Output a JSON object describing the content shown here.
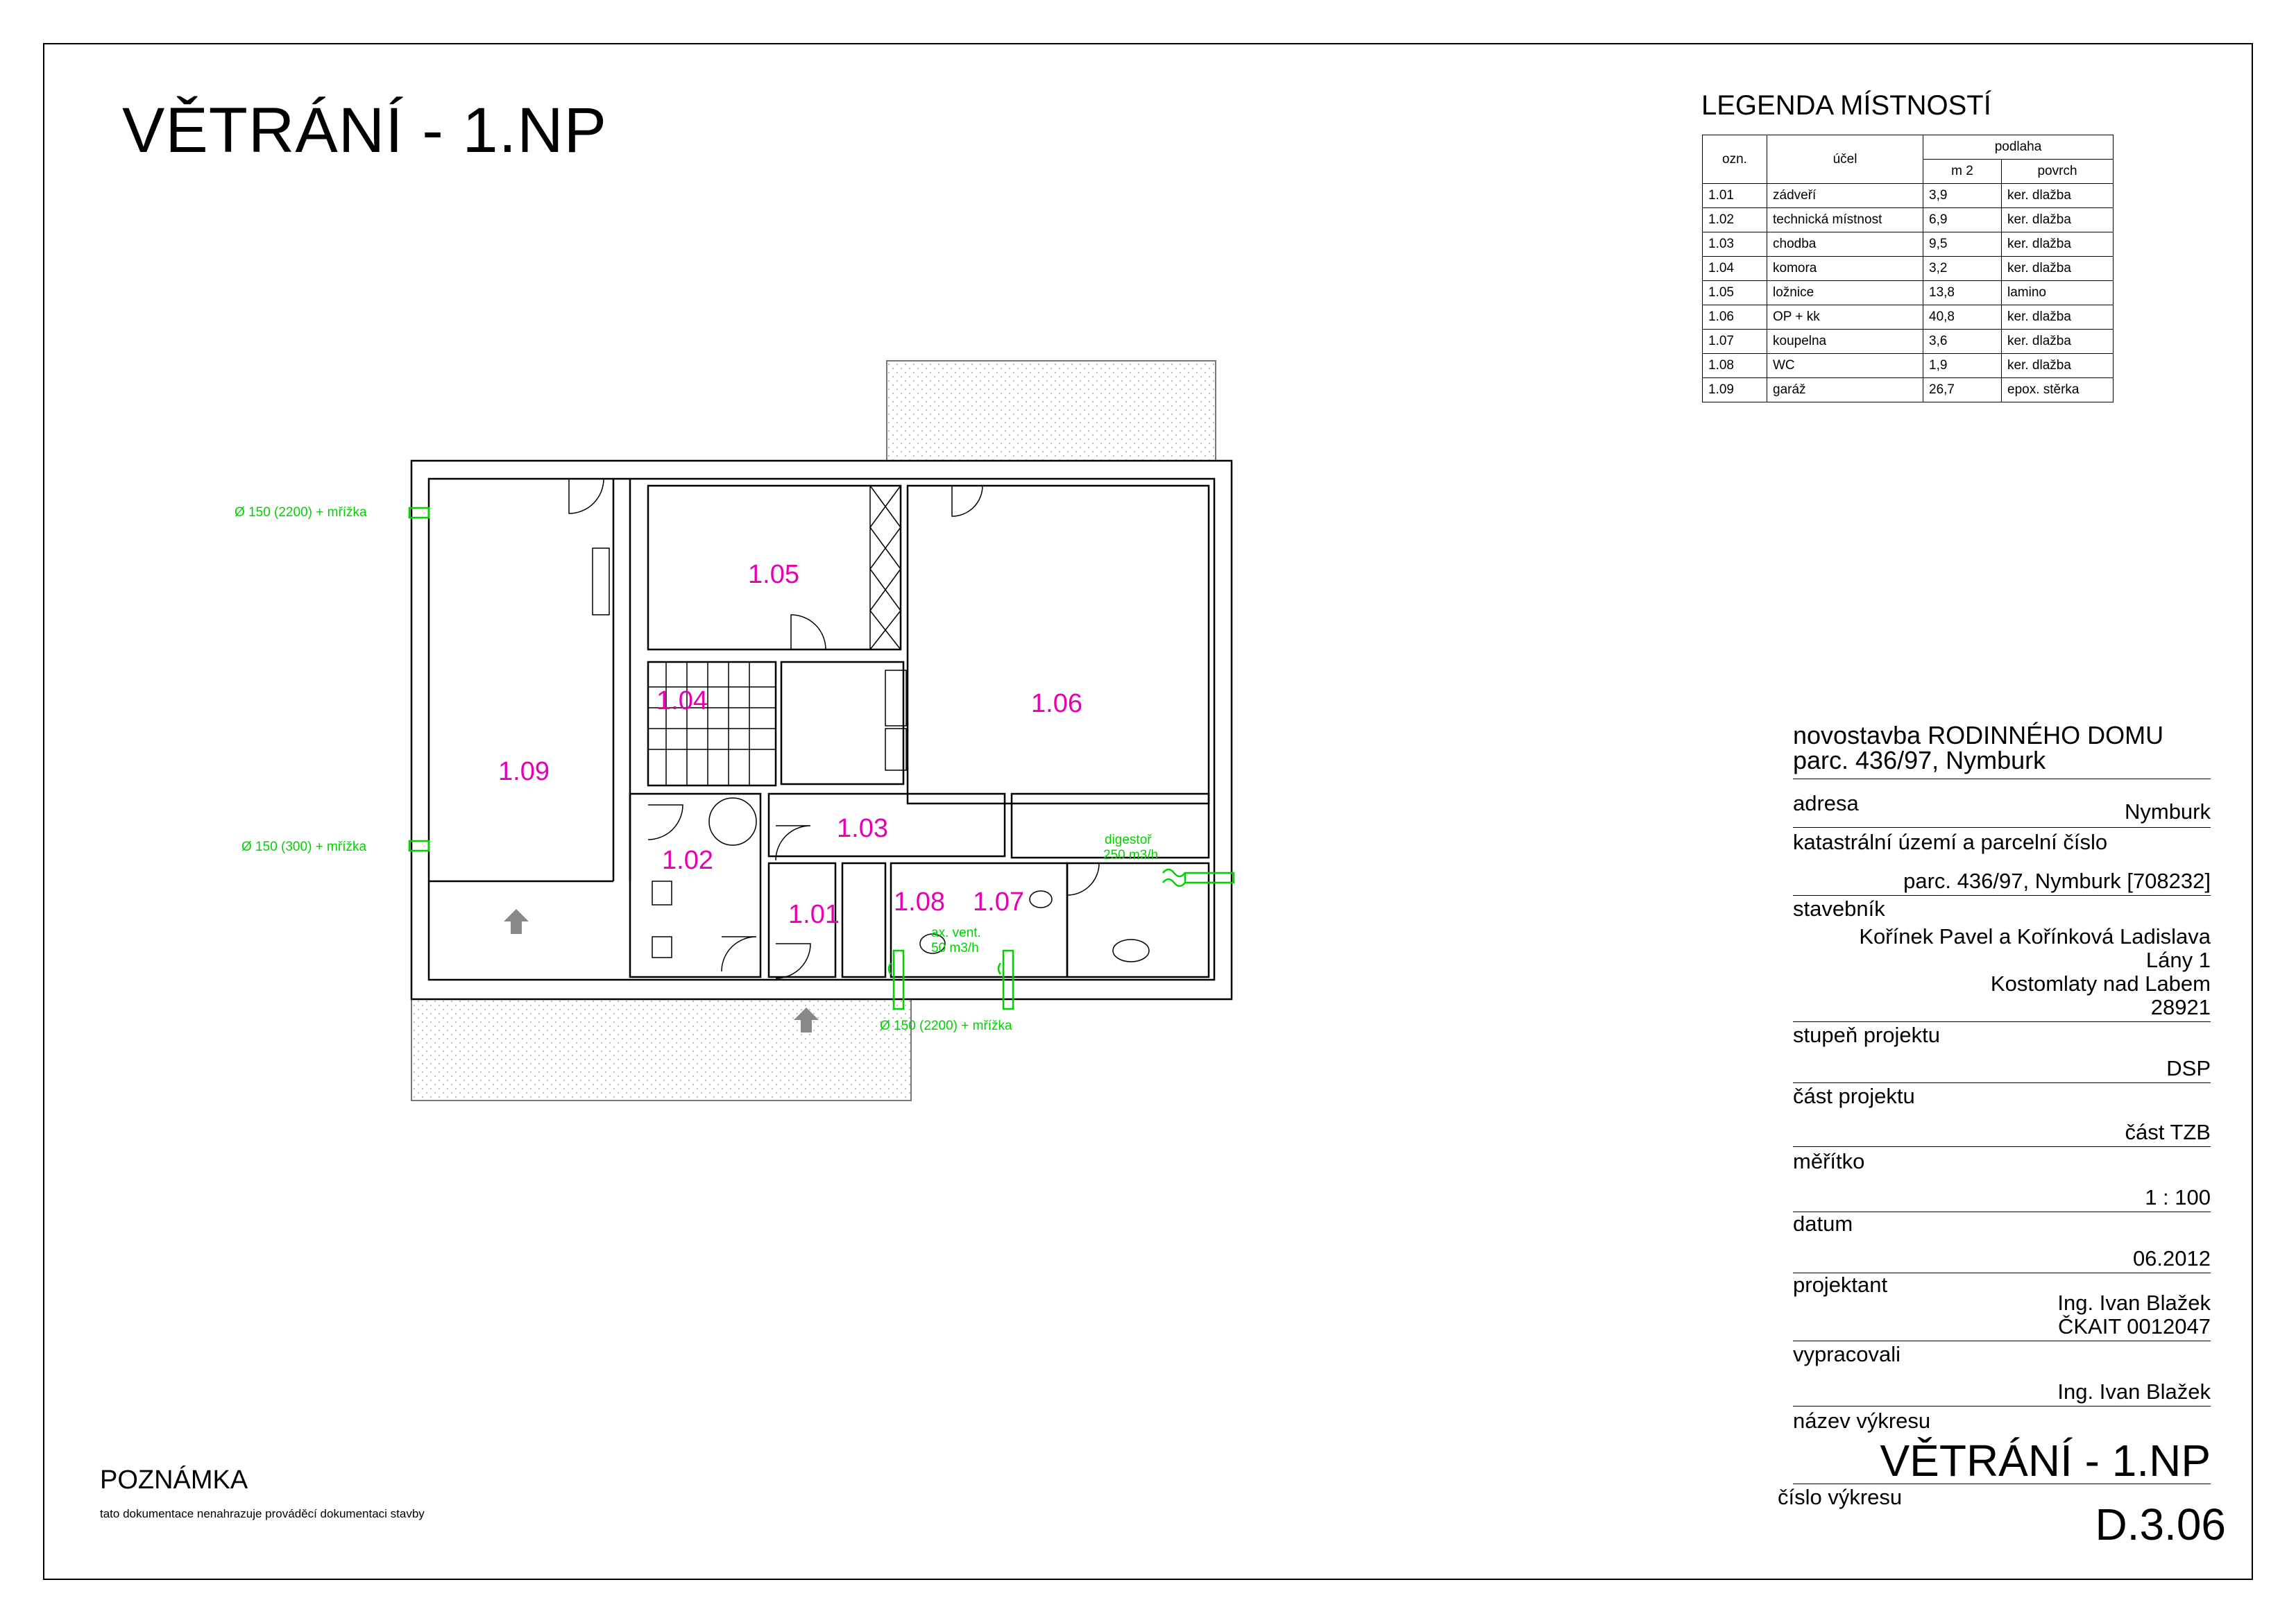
{
  "drawing": {
    "title": "VĚTRÁNÍ - 1.NP"
  },
  "legend": {
    "title": "LEGENDA MÍSTNOSTÍ",
    "head": {
      "id": "ozn.",
      "use": "účel",
      "floor": "podlaha",
      "m2": "m 2",
      "surface": "povrch"
    },
    "rows": [
      {
        "id": "1.01",
        "use": "zádveří",
        "m2": "3,9",
        "surface": "ker. dlažba"
      },
      {
        "id": "1.02",
        "use": "technická místnost",
        "m2": "6,9",
        "surface": "ker. dlažba"
      },
      {
        "id": "1.03",
        "use": "chodba",
        "m2": "9,5",
        "surface": "ker. dlažba"
      },
      {
        "id": "1.04",
        "use": "komora",
        "m2": "3,2",
        "surface": "ker. dlažba"
      },
      {
        "id": "1.05",
        "use": "ložnice",
        "m2": "13,8",
        "surface": "lamino"
      },
      {
        "id": "1.06",
        "use": "OP + kk",
        "m2": "40,8",
        "surface": "ker. dlažba"
      },
      {
        "id": "1.07",
        "use": "koupelna",
        "m2": "3,6",
        "surface": "ker. dlažba"
      },
      {
        "id": "1.08",
        "use": "WC",
        "m2": "1,9",
        "surface": "ker. dlažba"
      },
      {
        "id": "1.09",
        "use": "garáž",
        "m2": "26,7",
        "surface": "epox. stěrka"
      }
    ]
  },
  "plan": {
    "rooms": {
      "r101": "1.01",
      "r102": "1.02",
      "r103": "1.03",
      "r104": "1.04",
      "r105": "1.05",
      "r106": "1.06",
      "r107": "1.07",
      "r108": "1.08",
      "r109": "1.09"
    },
    "vents": {
      "v1": "Ø 150 (2200) + mřížka",
      "v2": "Ø 150 (300) + mřížka",
      "v3": "Ø 150 (2200) + mřížka",
      "hood1": "digestoř",
      "hood2": "250 m3/h",
      "axial1": "ax. vent.",
      "axial2": "50 m3/h"
    },
    "accent_color": "#e600b4",
    "vent_color": "#00d200"
  },
  "titleblock": {
    "project1": "novostavba RODINNÉHO DOMU",
    "project2": "parc. 436/97, Nymburk",
    "address_label": "adresa",
    "address_value": "Nymburk",
    "cadastre_label": "katastrální území a parcelní číslo",
    "cadastre_value": "parc. 436/97, Nymburk [708232]",
    "builder_label": "stavebník",
    "builder_1": "Kořínek Pavel a Kořínková Ladislava",
    "builder_2": "Lány 1",
    "builder_3": "Kostomlaty nad Labem",
    "builder_4": "28921",
    "stage_label": "stupeň projektu",
    "stage_value": "DSP",
    "part_label": "část projektu",
    "part_value": "část TZB",
    "scale_label": "měřítko",
    "scale_value": "1 : 100",
    "date_label": "datum",
    "date_value": "06.2012",
    "designer_label": "projektant",
    "designer_1": "Ing. Ivan Blažek",
    "designer_2": "ČKAIT 0012047",
    "prepared_label": "vypracovali",
    "prepared_value": "Ing. Ivan Blažek",
    "name_label": "název výkresu",
    "name_value": "VĚTRÁNÍ - 1.NP",
    "number_label": "číslo výkresu",
    "number_value": "D.3.06"
  },
  "note": {
    "heading": "POZNÁMKA",
    "text": "tato dokumentace nenahrazuje prováděcí dokumentaci stavby"
  }
}
